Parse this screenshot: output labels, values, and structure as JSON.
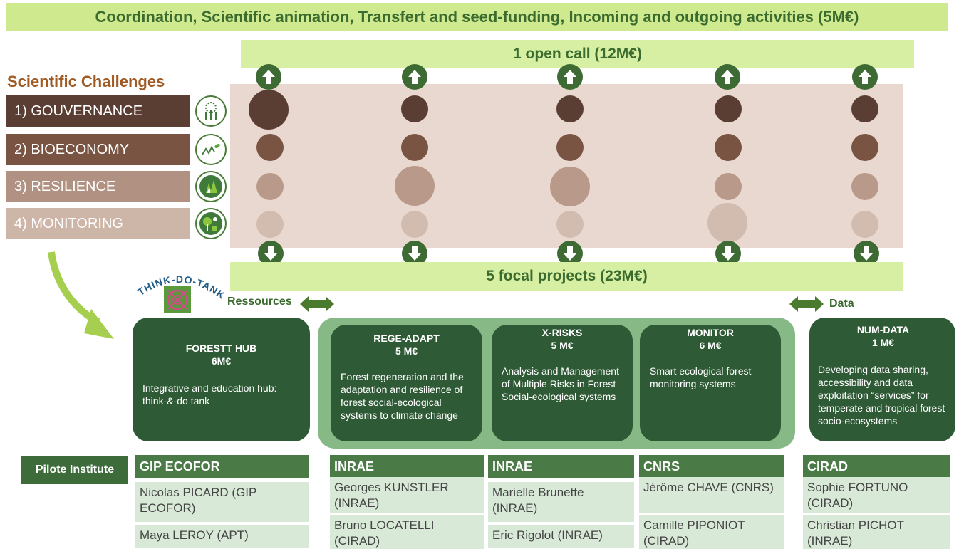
{
  "top_banner": "Coordination, Scientific animation, Transfert and seed-funding, Incoming and outgoing activities (5M€)",
  "open_call": "1 open call (12M€)",
  "focal_projects": "5 focal projects (23M€)",
  "scientific_challenges_title": "Scientific Challenges",
  "challenges": [
    {
      "label": "1) GOUVERNANCE",
      "icon": "people-tree-icon",
      "color": "#5a3e33"
    },
    {
      "label": "2) BIOECONOMY",
      "icon": "growth-line-icon",
      "color": "#7a5442"
    },
    {
      "label": "3) RESILIENCE",
      "icon": "forest-fire-icon",
      "color": "#b19282"
    },
    {
      "label": "4) MONITORING",
      "icon": "sensor-tree-icon",
      "color": "#cdb5a7"
    }
  ],
  "colors": {
    "row1": "#5a3e33",
    "row2": "#7a5442",
    "row3": "#b9998a",
    "row4": "#d2bcb0",
    "dark_green": "#2f5a36",
    "light_green": "#86b986",
    "inst_head": "#4a7a45"
  },
  "think_do_tank": "THINK-DO-TANK",
  "ressources_label": "Ressources",
  "data_label": "Data",
  "pilot_institute_label": "Pilote Institute",
  "projects": [
    {
      "title": "FORESTT HUB",
      "budget": "6M€",
      "desc": "Integrative and education hub: think-&-do tank",
      "institute": "GIP ECOFOR",
      "people": [
        "Nicolas PICARD (GIP ECOFOR)",
        "Maya LEROY (APT)"
      ]
    },
    {
      "title": "REGE-ADAPT",
      "budget": "5 M€",
      "desc": "Forest regeneration and the adaptation and resilience of forest social-ecological systems to climate change",
      "institute": "INRAE",
      "people": [
        "Georges KUNSTLER (INRAE)",
        "Bruno LOCATELLI (CIRAD)"
      ]
    },
    {
      "title": "X-RISKS",
      "budget": "5 M€",
      "desc": "Analysis and Management of Multiple Risks in Forest Social-ecological systems",
      "institute": "INRAE",
      "people": [
        "Marielle Brunette (INRAE)",
        "Eric Rigolot (INRAE)"
      ]
    },
    {
      "title": "MONITOR",
      "budget": "6 M€",
      "desc": "Smart ecological forest monitoring systems",
      "institute": "CNRS",
      "people": [
        "Jérôme CHAVE (CNRS)",
        "Camille PIPONIOT (CIRAD)"
      ]
    },
    {
      "title": "NUM-DATA",
      "budget": "1 M€",
      "desc": "Developing data sharing, accessibility and data exploitation “services” for temperate and tropical forest socio-ecosystems",
      "institute": "CIRAD",
      "people": [
        "Sophie FORTUNO (CIRAD)",
        "Christian PICHOT (INRAE)"
      ]
    }
  ],
  "matrix": {
    "rows": [
      "GOUVERNANCE",
      "BIOECONOMY",
      "RESILIENCE",
      "MONITORING"
    ],
    "columns": 5,
    "sizes": [
      [
        "large",
        "medium",
        "medium",
        "medium",
        "medium"
      ],
      [
        "medium",
        "medium",
        "medium",
        "medium",
        "medium"
      ],
      [
        "medium",
        "large",
        "large",
        "medium",
        "medium"
      ],
      [
        "medium",
        "medium",
        "medium",
        "large",
        "medium"
      ]
    ]
  }
}
